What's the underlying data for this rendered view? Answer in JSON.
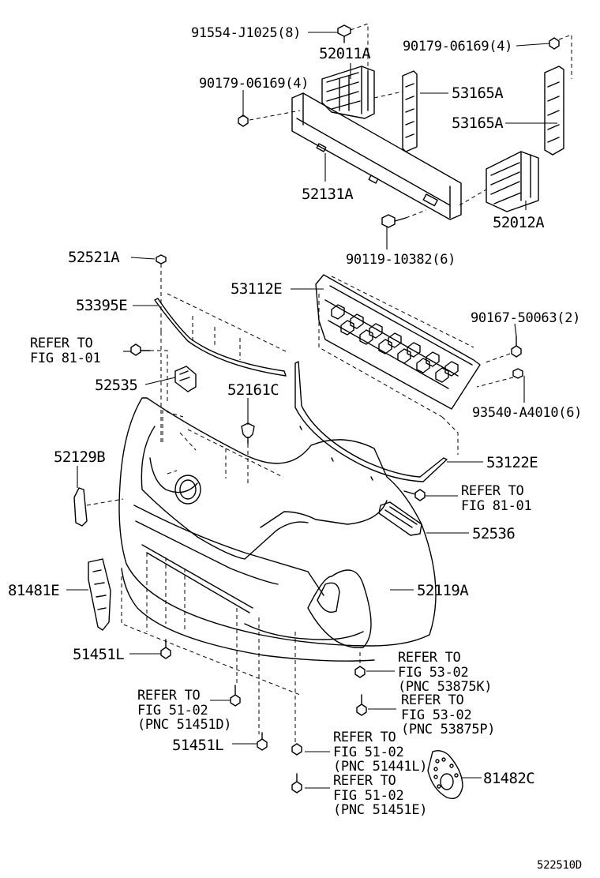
{
  "diagram_id": "522510D",
  "parts": {
    "p1": "91554-J1025(8)",
    "p2": "52011A",
    "p3": "90179-06169(4)",
    "p4": "90179-06169(4)",
    "p5": "53165A",
    "p6": "53165A",
    "p7": "52131A",
    "p8": "52012A",
    "p9": "90119-10382(6)",
    "p10": "52521A",
    "p11": "53112E",
    "p12": "53395E",
    "p13": "90167-50063(2)",
    "p14": "52535",
    "p15": "52161C",
    "p16": "93540-A4010(6)",
    "p17": "52129B",
    "p18": "53122E",
    "p19": "52536",
    "p20": "81481E",
    "p21": "52119A",
    "p22": "51451L",
    "p23": "51451L",
    "p24": "81482C"
  },
  "refs": {
    "r1": [
      "REFER TO",
      "FIG 81-01"
    ],
    "r2": [
      "REFER TO",
      "FIG 81-01"
    ],
    "r3": [
      "REFER TO",
      "FIG 53-02",
      "(PNC 53875K)"
    ],
    "r4": [
      "REFER TO",
      "FIG 53-02",
      "(PNC 53875P)"
    ],
    "r5": [
      "REFER TO",
      "FIG 51-02",
      "(PNC 51451D)"
    ],
    "r6": [
      "REFER TO",
      "FIG 51-02",
      "(PNC 51441L)"
    ],
    "r7": [
      "REFER TO",
      "FIG 51-02",
      "(PNC 51451E)"
    ]
  }
}
